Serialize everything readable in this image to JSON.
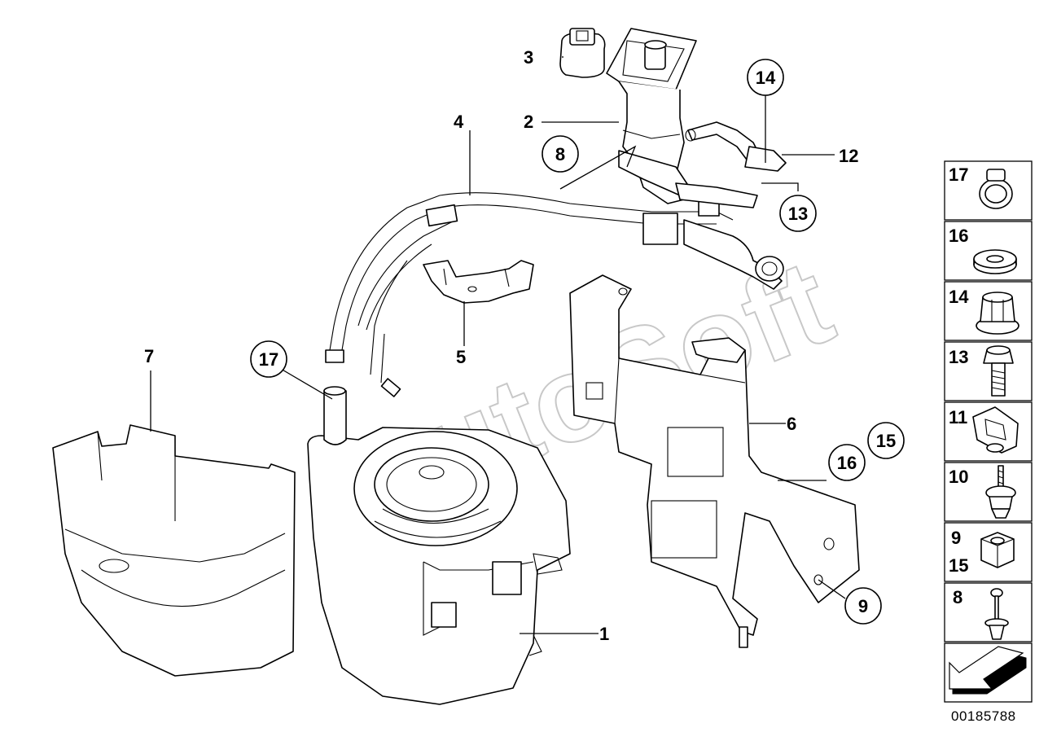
{
  "diagram_id": "00185788",
  "watermark": "AutoSoft",
  "callouts": {
    "c1": "1",
    "c2": "2",
    "c3": "3",
    "c4": "4",
    "c5": "5",
    "c6": "6",
    "c7": "7",
    "c8": "8",
    "c9": "9",
    "c12": "12",
    "c13": "13",
    "c14": "14",
    "c15": "15",
    "c16": "16",
    "c17": "17"
  },
  "legend": {
    "r17": "17",
    "r16": "16",
    "r14": "14",
    "r13": "13",
    "r11": "11",
    "r10": "10",
    "r9a": "9",
    "r9b": "15",
    "r8": "8"
  },
  "legend_icons": [
    "hose-clamp-icon",
    "washer-icon",
    "flange-nut-icon",
    "hex-bolt-icon",
    "clip-nut-icon",
    "stud-grommet-icon",
    "hex-nut-icon",
    "rivet-icon",
    "arrow-icon"
  ]
}
